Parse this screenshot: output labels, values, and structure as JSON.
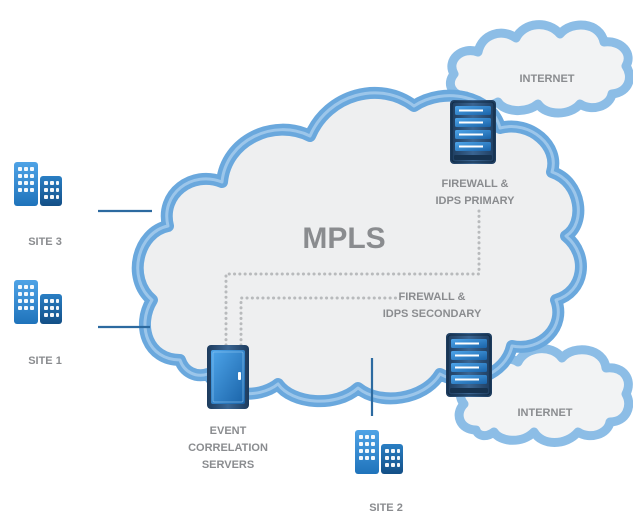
{
  "diagram": {
    "core": {
      "label": "MPLS"
    },
    "internet_top": {
      "label": "INTERNET"
    },
    "internet_bottom": {
      "label": "INTERNET"
    },
    "firewall_primary": {
      "label_line1": "FIREWALL &",
      "label_line2": "IDPS PRIMARY"
    },
    "firewall_secondary": {
      "label_line1": "FIREWALL &",
      "label_line2": "IDPS SECONDARY"
    },
    "event_servers": {
      "label_line1": "EVENT",
      "label_line2": "CORRELATION",
      "label_line3": "SERVERS"
    },
    "sites": [
      {
        "label": "SITE 3"
      },
      {
        "label": "SITE 1"
      },
      {
        "label": "SITE 2"
      }
    ]
  },
  "colors": {
    "cloud_outline": "#7fb3e0",
    "cloud_fill": "#f1f2f3",
    "building_light": "#3d92d8",
    "building_dark": "#1b6aa8",
    "server_dark": "#2a4b70",
    "label_grey": "#8a8c8f"
  }
}
